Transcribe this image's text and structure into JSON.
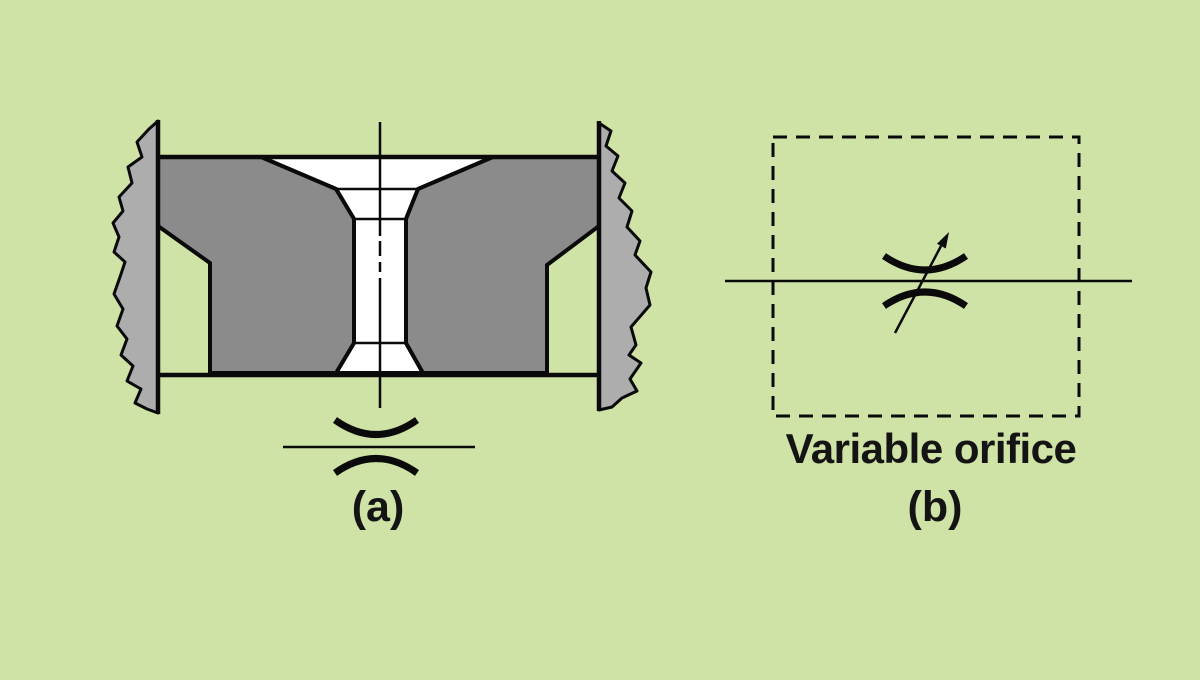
{
  "figure": {
    "type": "technical-diagram",
    "description_visible_text_only": true
  },
  "colors": {
    "background": "#cfe3a6",
    "body_gray": "#8b8b8b",
    "break_gray": "#acadac",
    "bore_white": "#ffffff",
    "line_black": "#0a0a0a",
    "text": "#141414"
  },
  "panel_a": {
    "label": "(a)"
  },
  "panel_b": {
    "caption": "Variable orifice",
    "label": "(b)"
  }
}
